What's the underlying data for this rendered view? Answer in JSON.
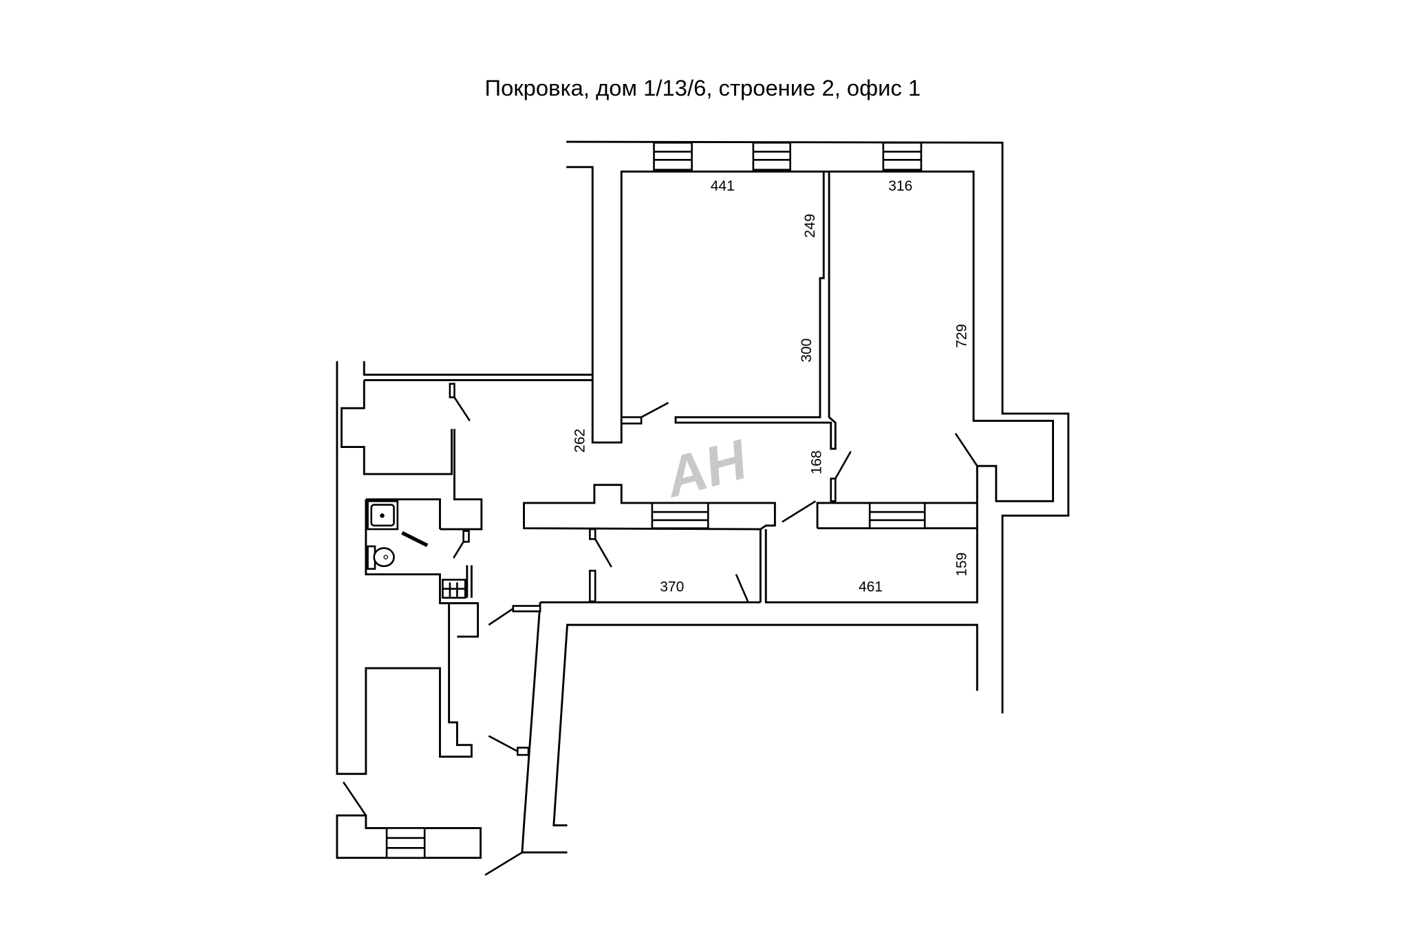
{
  "title": "Покровка, дом 1/13/6, строение 2, офис 1",
  "watermark": "АН",
  "dimensions": {
    "room1_width": "441",
    "room2_width": "316",
    "partition_upper": "249",
    "partition_lower": "300",
    "room2_length": "729",
    "corridor_262": "262",
    "door_168": "168",
    "room3_width": "370",
    "room4_width": "461",
    "room4_depth": "159"
  },
  "colors": {
    "line": "#000000",
    "watermark": "#c8c8c8"
  }
}
